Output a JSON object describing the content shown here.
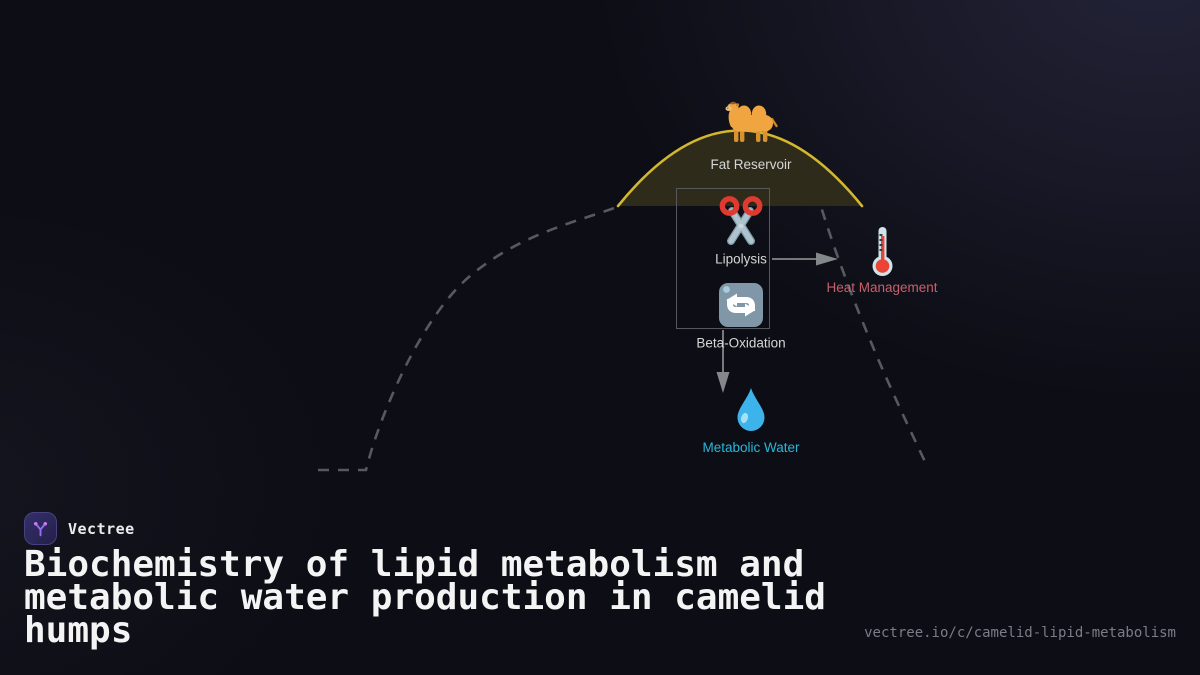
{
  "brand": {
    "name": "Vectree"
  },
  "title": "Biochemistry of lipid metabolism and metabolic water production in camelid humps",
  "url": "vectree.io/c/camelid-lipid-metabolism",
  "diagram": {
    "nodes": [
      {
        "id": "fat-reservoir",
        "label": "Fat Reservoir",
        "icon": "camel-icon",
        "label_color": "#d6d6d6"
      },
      {
        "id": "lipolysis",
        "label": "Lipolysis",
        "icon": "scissors-icon",
        "label_color": "#d6d6d6"
      },
      {
        "id": "beta-oxidation",
        "label": "Beta-Oxidation",
        "icon": "counterclockwise-arrows-icon",
        "label_color": "#d6d6d6"
      },
      {
        "id": "heat-management",
        "label": "Heat Management",
        "icon": "thermometer-icon",
        "label_color": "#c7606a"
      },
      {
        "id": "metabolic-water",
        "label": "Metabolic Water",
        "icon": "droplet-icon",
        "label_color": "#29b7d9"
      }
    ],
    "edges": [
      {
        "from": "lipolysis",
        "to": "heat-management",
        "direction": "right"
      },
      {
        "from": "beta-oxidation",
        "to": "metabolic-water",
        "direction": "down"
      }
    ],
    "colors": {
      "hump_outline": "#565a5e",
      "fat_reservoir_arc": "#d3b72d",
      "fat_reservoir_fill": "#2e2b1b",
      "arrow": "#85888a",
      "process_box_border": "#56585e"
    }
  }
}
